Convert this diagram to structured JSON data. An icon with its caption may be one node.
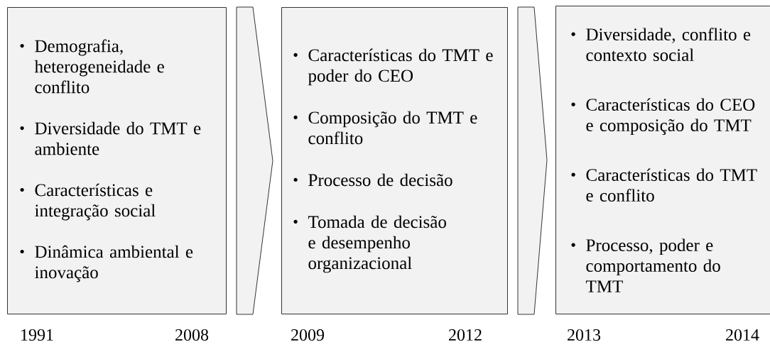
{
  "diagram": {
    "nodes": [
      {
        "text": [
          "Demografia, heterogeneidade e conflito",
          "Diversidade do TMT e ambiente",
          "Características e integração social",
          "Dinâmica ambiental e inovação"
        ]
      },
      {
        "text": [
          "Características do TMT e poder do CEO",
          "Composição do TMT e conflito",
          "Processo de decisão",
          "Tomada de decisão e desempenho organizacional"
        ]
      },
      {
        "text": [
          "Diversidade, conflito e contexto social",
          "Características do CEO e composição do TMT",
          "Características do TMT e conflito",
          "Processo, poder e comportamento do TMT"
        ]
      }
    ],
    "edges": [
      {
        "from": 0,
        "to": 1,
        "arrow": "to"
      },
      {
        "from": 1,
        "to": 2,
        "arrow": "to"
      }
    ],
    "labels": [
      "1991",
      "2008",
      "2009",
      "2012",
      "2013",
      "2014"
    ]
  }
}
